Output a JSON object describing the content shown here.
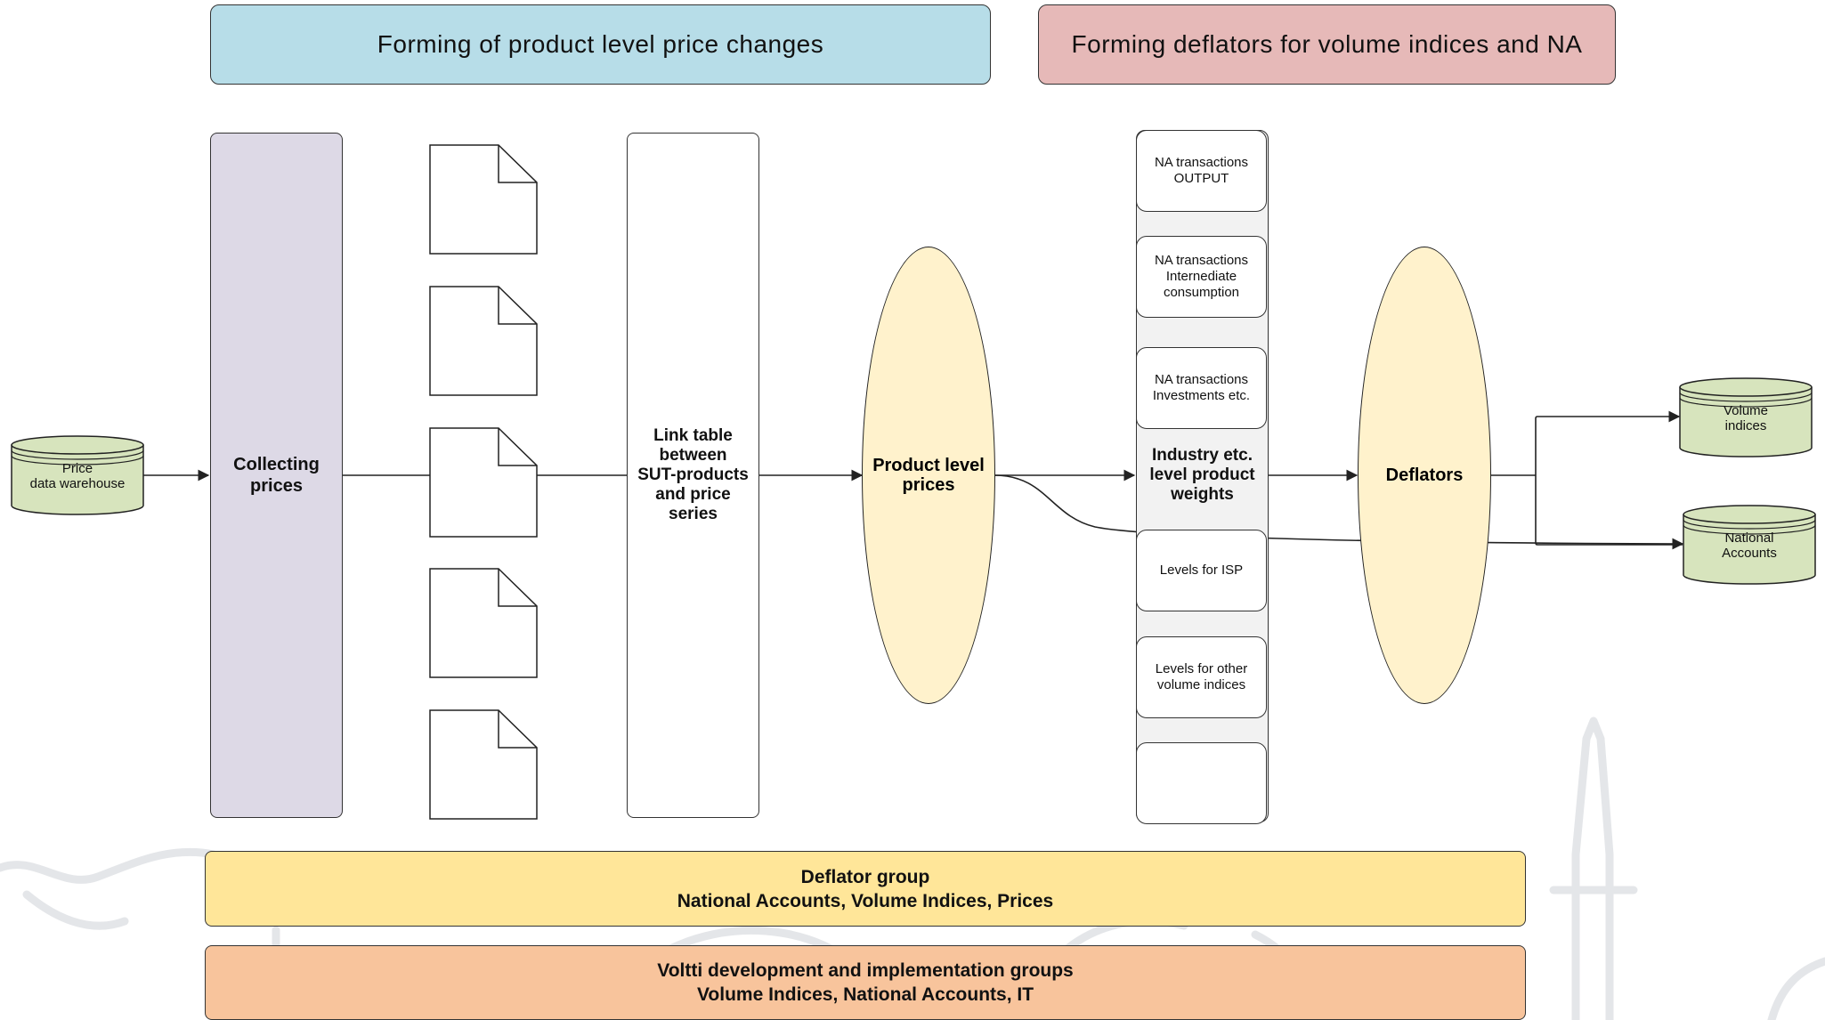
{
  "banners": {
    "product_level": "Forming of product level price changes",
    "deflators_na": "Forming deflators for volume indices and NA"
  },
  "nodes": {
    "price_warehouse": "Price\ndata warehouse",
    "collecting_prices": "Collecting\nprices",
    "link_table": "Link table\nbetween\nSUT-products\nand price\nseries",
    "product_level_prices": "Product level\nprices",
    "industry_weights": "Industry etc.\nlevel product\nweights",
    "deflators": "Deflators",
    "volume_indices": "Volume\nindices",
    "national_accounts": "National\nAccounts"
  },
  "stack_items": [
    "NA transactions\nOUTPUT",
    "NA transactions\nInternediate\nconsumption",
    "NA transactions\nInvestments etc.",
    "Levels for ISP",
    "Levels for other\nvolume indices",
    ""
  ],
  "groups": {
    "deflator_group_title": "Deflator group",
    "deflator_group_members": "National Accounts, Volume Indices, Prices",
    "voltti_title": "Voltti development and implementation groups",
    "voltti_members": "Volume Indices, National Accounts, IT"
  },
  "colors": {
    "banner_blue": "#b7dde8",
    "banner_pink": "#e6b9b8",
    "collecting_purple": "#ddd9e6",
    "ellipse_yellow": "#fff2cc",
    "database_green": "#d7e4bd",
    "deflator_group_yellow": "#ffe699",
    "voltti_orange": "#f8c49c",
    "stack_gray": "#f2f2f2"
  }
}
